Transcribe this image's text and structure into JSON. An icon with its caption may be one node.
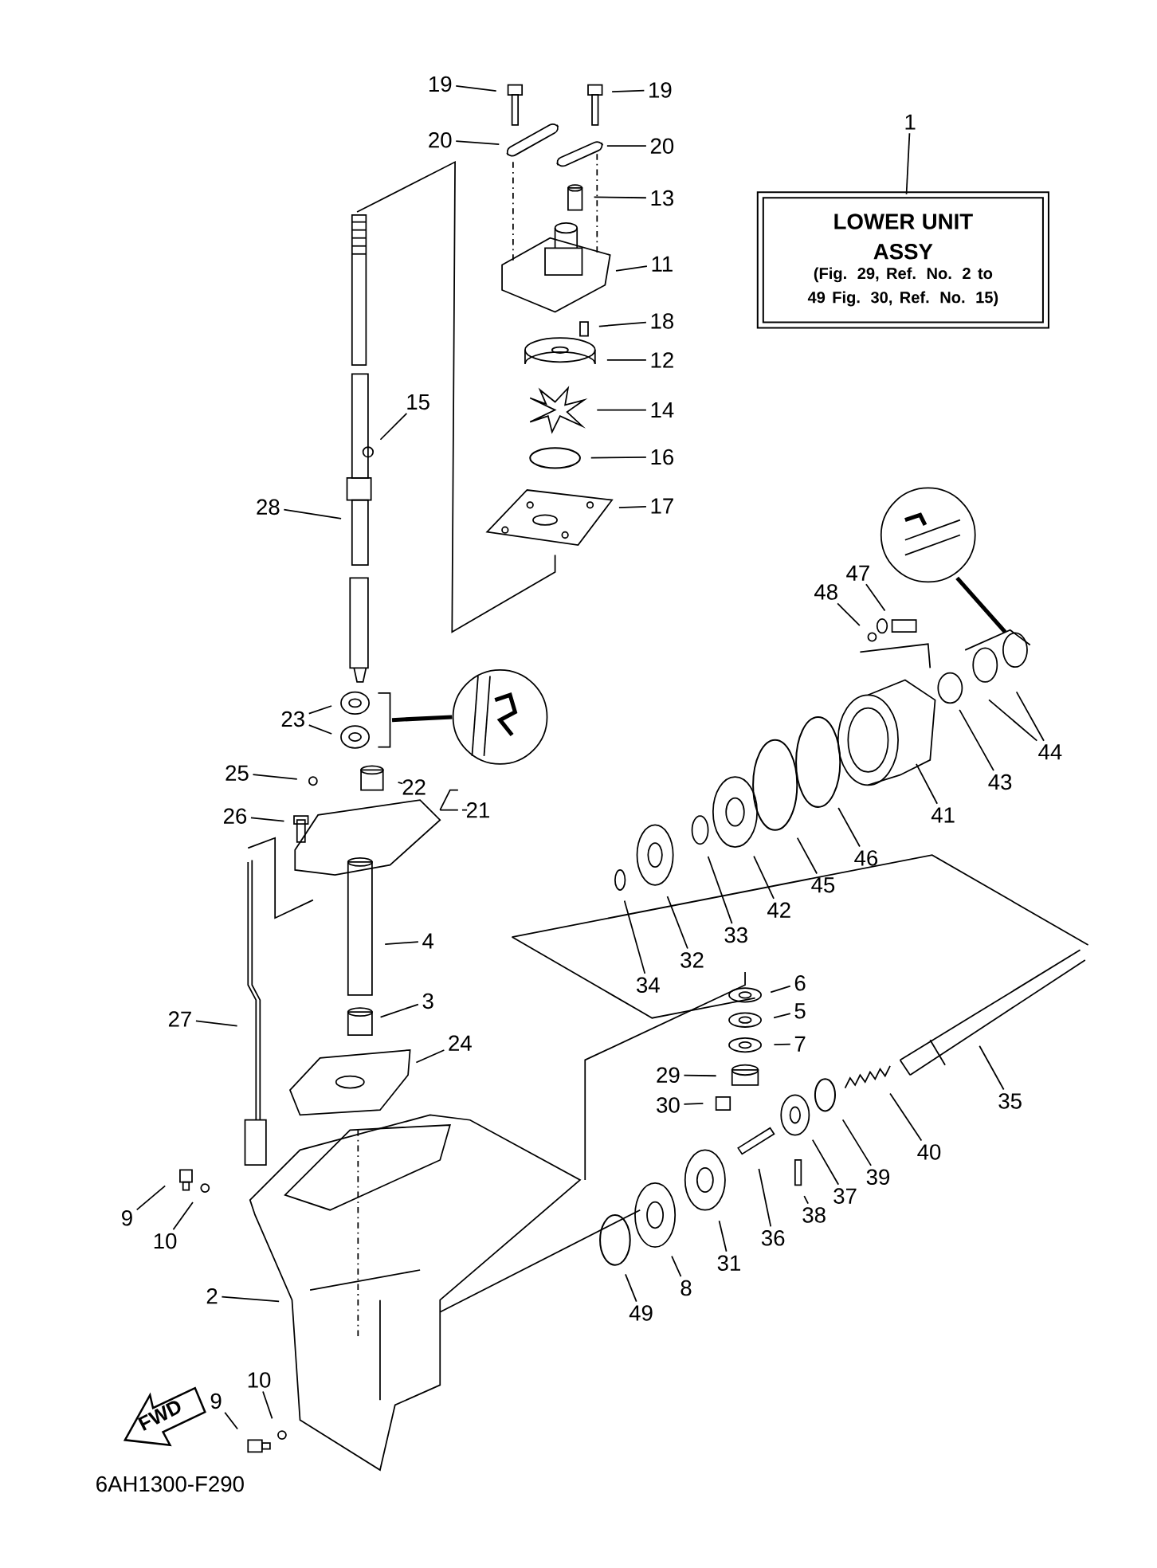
{
  "diagram": {
    "nodes": [
      {
        "text": [
          "LOWER UNIT ASSY",
          "(Fig. 29, Ref. No. 2 to 49 Fig. 30, Ref. No. 15)"
        ]
      },
      {
        "text": [
          "1"
        ]
      },
      {
        "text": [
          "19"
        ]
      },
      {
        "text": [
          "19"
        ]
      },
      {
        "text": [
          "20"
        ]
      },
      {
        "text": [
          "20"
        ]
      },
      {
        "text": [
          "13"
        ]
      },
      {
        "text": [
          "11"
        ]
      },
      {
        "text": [
          "18"
        ]
      },
      {
        "text": [
          "12"
        ]
      },
      {
        "text": [
          "15"
        ]
      },
      {
        "text": [
          "14"
        ]
      },
      {
        "text": [
          "16"
        ]
      },
      {
        "text": [
          "17"
        ]
      },
      {
        "text": [
          "28"
        ]
      },
      {
        "text": [
          "48"
        ]
      },
      {
        "text": [
          "47"
        ]
      },
      {
        "text": [
          "23"
        ]
      },
      {
        "text": [
          "44"
        ]
      },
      {
        "text": [
          "25"
        ]
      },
      {
        "text": [
          "22"
        ]
      },
      {
        "text": [
          "43"
        ]
      },
      {
        "text": [
          "21"
        ]
      },
      {
        "text": [
          "26"
        ]
      },
      {
        "text": [
          "41"
        ]
      },
      {
        "text": [
          "46"
        ]
      },
      {
        "text": [
          "45"
        ]
      },
      {
        "text": [
          "42"
        ]
      },
      {
        "text": [
          "33"
        ]
      },
      {
        "text": [
          "32"
        ]
      },
      {
        "text": [
          "34"
        ]
      },
      {
        "text": [
          "4"
        ]
      },
      {
        "text": [
          "6"
        ]
      },
      {
        "text": [
          "3"
        ]
      },
      {
        "text": [
          "5"
        ]
      },
      {
        "text": [
          "27"
        ]
      },
      {
        "text": [
          "7"
        ]
      },
      {
        "text": [
          "24"
        ]
      },
      {
        "text": [
          "29"
        ]
      },
      {
        "text": [
          "30"
        ]
      },
      {
        "text": [
          "35"
        ]
      },
      {
        "text": [
          "40"
        ]
      },
      {
        "text": [
          "39"
        ]
      },
      {
        "text": [
          "37"
        ]
      },
      {
        "text": [
          "38"
        ]
      },
      {
        "text": [
          "36"
        ]
      },
      {
        "text": [
          "9"
        ]
      },
      {
        "text": [
          "31"
        ]
      },
      {
        "text": [
          "10"
        ]
      },
      {
        "text": [
          "8"
        ]
      },
      {
        "text": [
          "2"
        ]
      },
      {
        "text": [
          "49"
        ]
      },
      {
        "text": [
          "10"
        ]
      },
      {
        "text": [
          "9"
        ]
      }
    ],
    "edges": [
      {
        "from": 1,
        "to": 0,
        "arrow": "none"
      },
      {
        "from": 2,
        "to": null,
        "arrow": "none"
      },
      {
        "from": 3,
        "to": null,
        "arrow": "none"
      },
      {
        "from": 4,
        "to": null,
        "arrow": "none"
      },
      {
        "from": 5,
        "to": null,
        "arrow": "none"
      },
      {
        "from": 6,
        "to": null,
        "arrow": "none"
      },
      {
        "from": 7,
        "to": null,
        "arrow": "none"
      },
      {
        "from": 8,
        "to": null,
        "arrow": "none"
      },
      {
        "from": 9,
        "to": null,
        "arrow": "none"
      },
      {
        "from": 10,
        "to": null,
        "arrow": "none"
      },
      {
        "from": 11,
        "to": null,
        "arrow": "none"
      },
      {
        "from": 12,
        "to": null,
        "arrow": "none"
      },
      {
        "from": 13,
        "to": null,
        "arrow": "none"
      },
      {
        "from": 14,
        "to": null,
        "arrow": "none"
      },
      {
        "from": 15,
        "to": null,
        "arrow": "none"
      },
      {
        "from": 16,
        "to": null,
        "arrow": "none"
      },
      {
        "from": 17,
        "to": null,
        "arrow": "none"
      },
      {
        "from": 17,
        "to": null,
        "arrow": "none"
      },
      {
        "from": 18,
        "to": null,
        "arrow": "none"
      },
      {
        "from": 18,
        "to": null,
        "arrow": "none"
      },
      {
        "from": 19,
        "to": null,
        "arrow": "none"
      },
      {
        "from": 20,
        "to": null,
        "arrow": "none"
      },
      {
        "from": 21,
        "to": null,
        "arrow": "none"
      },
      {
        "from": 22,
        "to": null,
        "arrow": "none"
      },
      {
        "from": 23,
        "to": null,
        "arrow": "none"
      },
      {
        "from": 24,
        "to": null,
        "arrow": "none"
      },
      {
        "from": 25,
        "to": null,
        "arrow": "none"
      },
      {
        "from": 26,
        "to": null,
        "arrow": "none"
      },
      {
        "from": 27,
        "to": null,
        "arrow": "none"
      },
      {
        "from": 28,
        "to": null,
        "arrow": "none"
      },
      {
        "from": 29,
        "to": null,
        "arrow": "none"
      },
      {
        "from": 30,
        "to": null,
        "arrow": "none"
      },
      {
        "from": 31,
        "to": null,
        "arrow": "none"
      },
      {
        "from": 32,
        "to": null,
        "arrow": "none"
      },
      {
        "from": 33,
        "to": null,
        "arrow": "none"
      },
      {
        "from": 34,
        "to": null,
        "arrow": "none"
      },
      {
        "from": 35,
        "to": null,
        "arrow": "none"
      },
      {
        "from": 36,
        "to": null,
        "arrow": "none"
      },
      {
        "from": 37,
        "to": null,
        "arrow": "none"
      },
      {
        "from": 38,
        "to": null,
        "arrow": "none"
      },
      {
        "from": 39,
        "to": null,
        "arrow": "none"
      },
      {
        "from": 40,
        "to": null,
        "arrow": "none"
      },
      {
        "from": 41,
        "to": null,
        "arrow": "none"
      },
      {
        "from": 42,
        "to": null,
        "arrow": "none"
      },
      {
        "from": 43,
        "to": null,
        "arrow": "none"
      },
      {
        "from": 44,
        "to": null,
        "arrow": "none"
      },
      {
        "from": 45,
        "to": null,
        "arrow": "none"
      },
      {
        "from": 46,
        "to": null,
        "arrow": "none"
      },
      {
        "from": 47,
        "to": null,
        "arrow": "none"
      },
      {
        "from": 48,
        "to": null,
        "arrow": "none"
      },
      {
        "from": 49,
        "to": null,
        "arrow": "none"
      },
      {
        "from": 50,
        "to": null,
        "arrow": "none"
      },
      {
        "from": 51,
        "to": null,
        "arrow": "none"
      },
      {
        "from": 52,
        "to": null,
        "arrow": "none"
      },
      {
        "from": 53,
        "to": null,
        "arrow": "none"
      }
    ],
    "labels": [
      "FWD",
      "6AH1300-F290"
    ]
  }
}
